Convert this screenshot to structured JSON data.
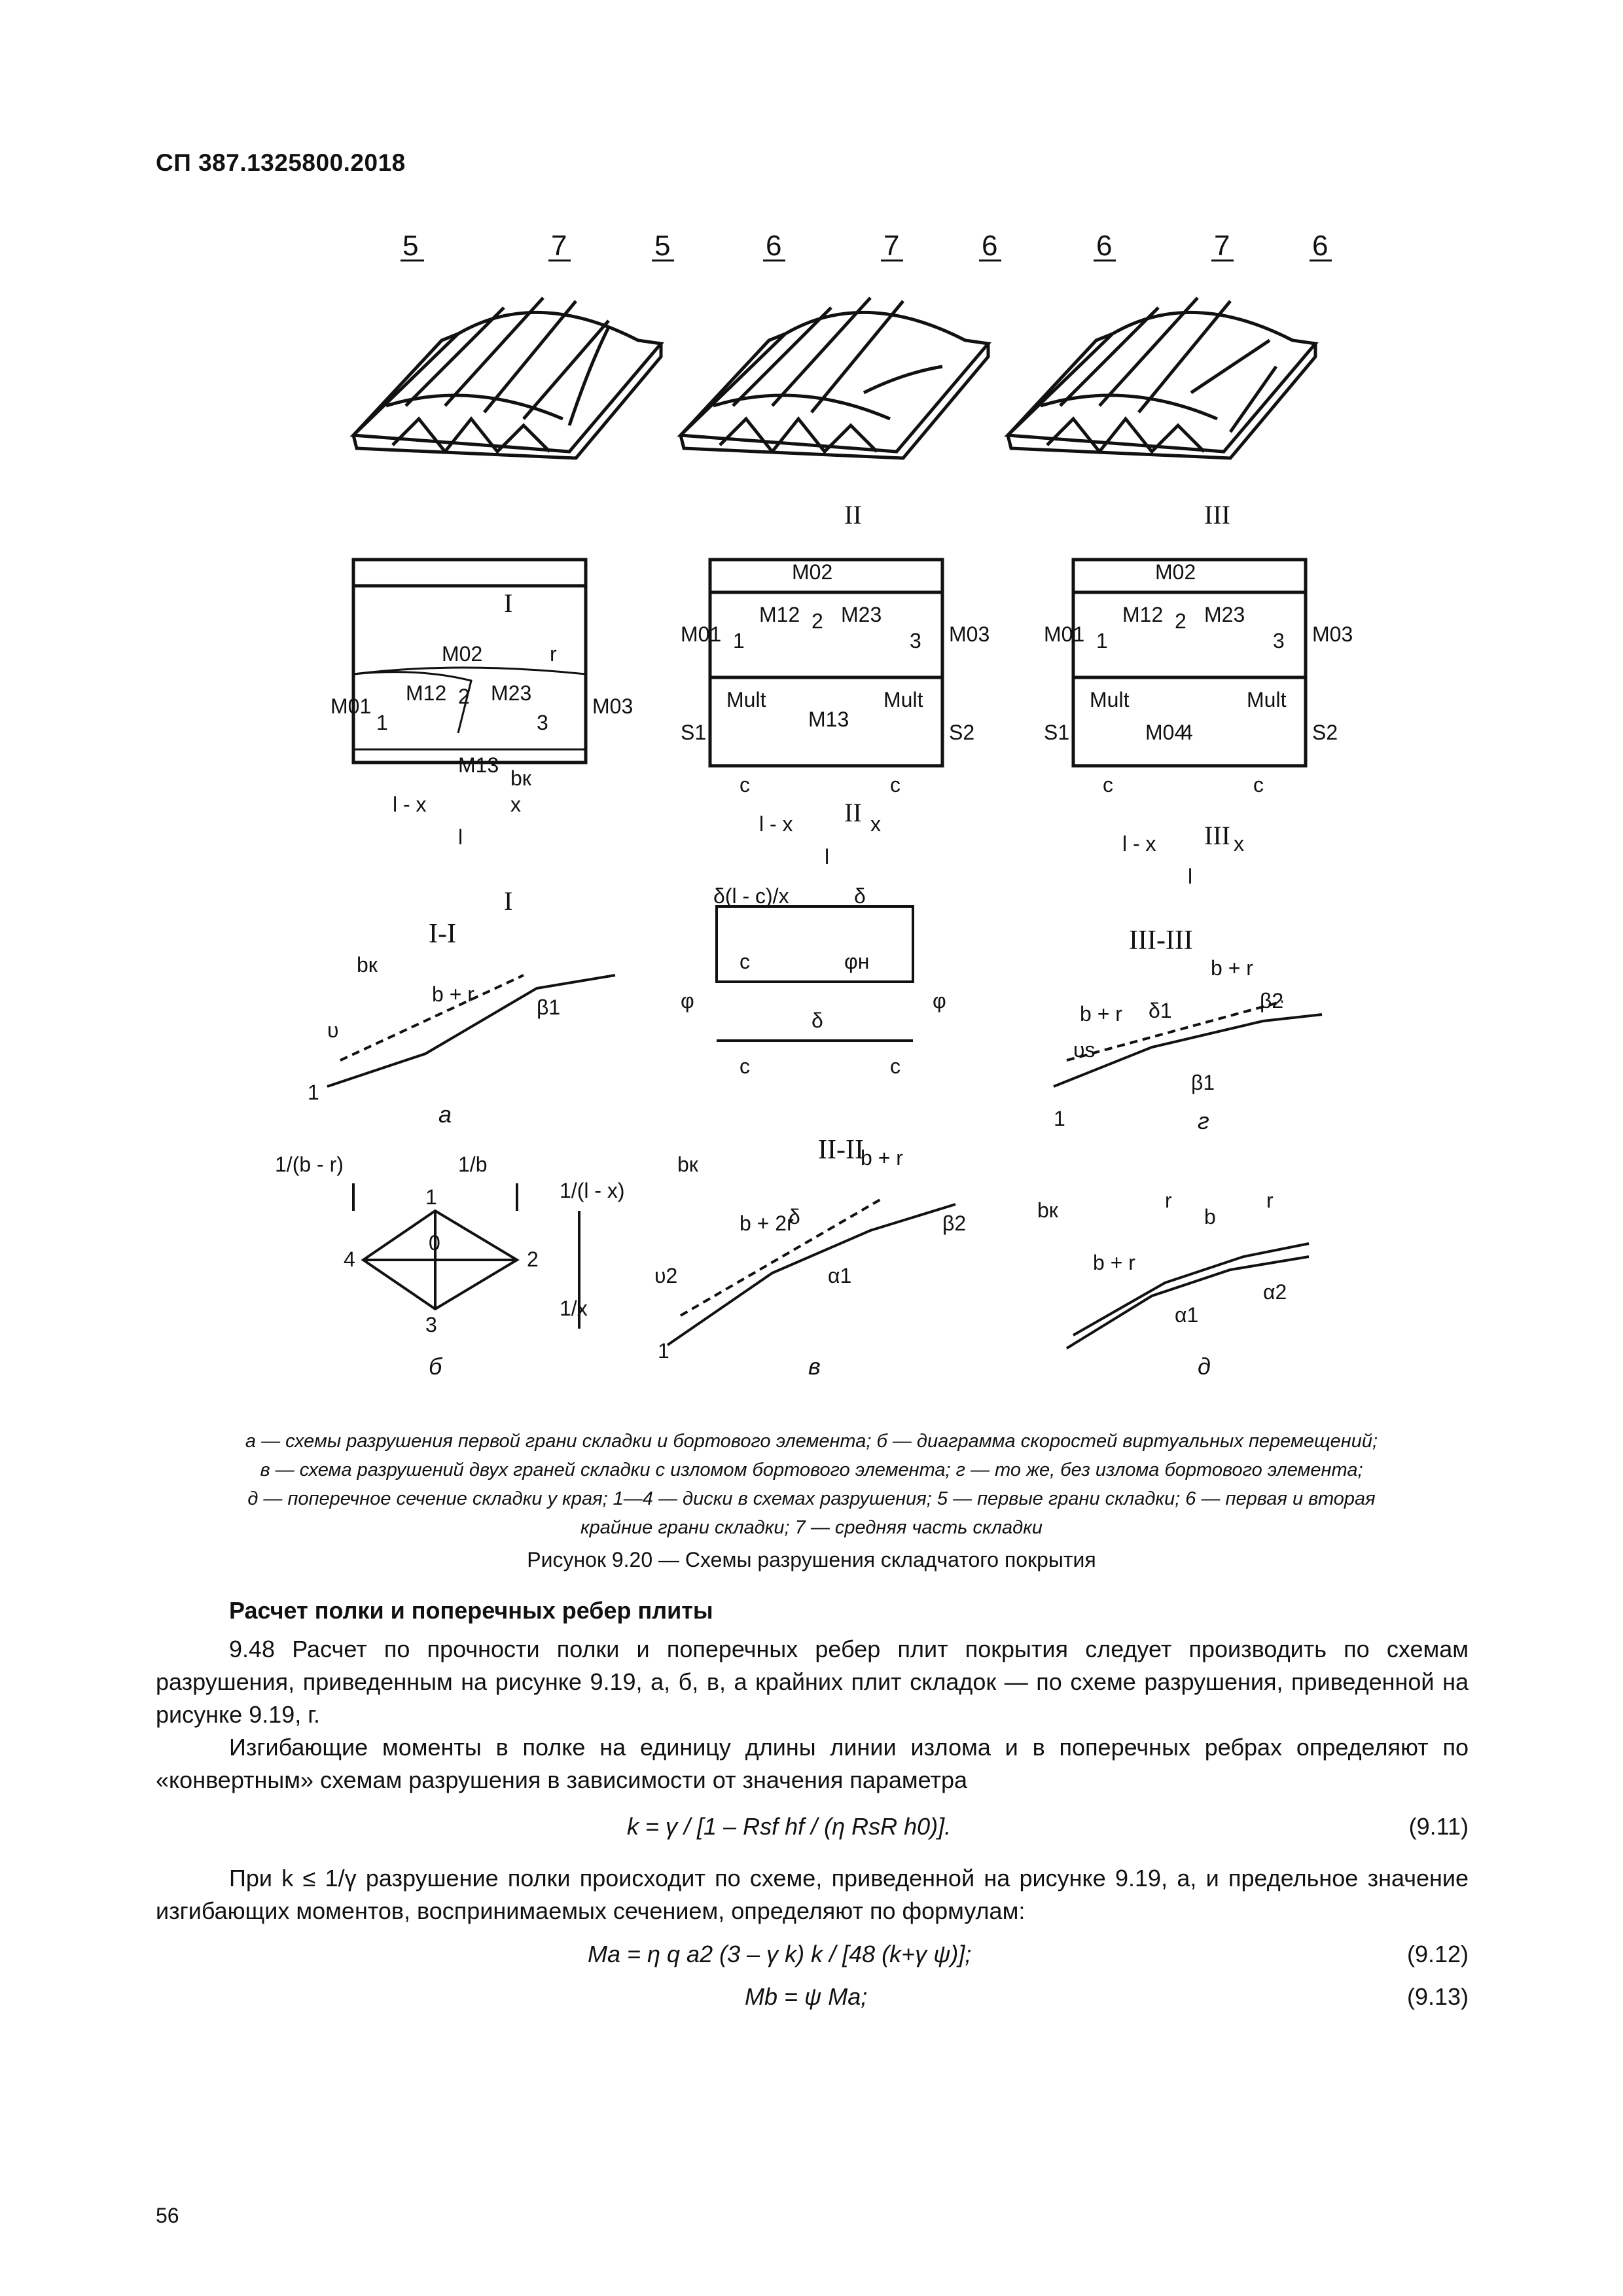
{
  "header": {
    "doc_code": "СП 387.1325800.2018"
  },
  "figure": {
    "top_labels": {
      "left": [
        "5",
        "7",
        "5"
      ],
      "middle": [
        "6",
        "7",
        "6"
      ],
      "right": [
        "6",
        "7",
        "6"
      ]
    },
    "disc_numbers": [
      "1",
      "2",
      "3",
      "4"
    ],
    "section_marks": {
      "s1": "I",
      "s2": "II",
      "s3": "III"
    },
    "section_titles": {
      "a": "I-I",
      "b": "II-II",
      "c": "III-III"
    },
    "moment_labels": {
      "m01": "M01",
      "m02": "M02",
      "m03": "M03",
      "m12": "M12",
      "m13": "M13",
      "m23": "M23",
      "m04": "M04",
      "mult": "Mult"
    },
    "dim_labels": {
      "l": "l",
      "l_minus_x": "l - x",
      "x": "x",
      "r": "r",
      "bk": "bк",
      "c": "c",
      "b_plus_r": "b + r",
      "b_plus_2r": "b + 2r",
      "b": "b",
      "delta": "δ",
      "delta_lcx": "δ(l - c)/x",
      "phi": "φ",
      "phi_n": "φн",
      "beta1": "β1",
      "beta2": "β2",
      "alpha1": "α1",
      "alpha2": "α2",
      "upsilon": "υ",
      "upsilon2": "υ2",
      "upsilon_s": "υs",
      "s1": "S1",
      "s2": "S2",
      "one": "1",
      "delta1": "δ1",
      "delta2": "δ"
    },
    "diagram_b": {
      "inv_b_minus_r": "1/(b - r)",
      "inv_b": "1/b",
      "inv_l_minus_x": "1/(l - x)",
      "inv_x": "1/x",
      "nodes": [
        "0",
        "1",
        "2",
        "3",
        "4"
      ]
    },
    "sub_labels": {
      "a": "а",
      "b": "б",
      "v": "в",
      "g": "г",
      "d": "д"
    }
  },
  "caption_lines": [
    "а — схемы разрушения первой грани складки и бортового элемента; б — диаграмма скоростей виртуальных перемещений;",
    "в — схема разрушений двух граней складки с изломом бортового элемента; г — то же, без излома бортового элемента;",
    "д — поперечное сечение складки у края; 1—4 — диски в схемах разрушения; 5 — первые грани складки; 6 — первая и вторая",
    "крайние грани складки; 7 — средняя часть складки"
  ],
  "figure_title": "Рисунок 9.20 — Схемы разрушения складчатого покрытия",
  "section_title": "Расчет полки и поперечных ребер плиты",
  "paragraphs": [
    "9.48 Расчет по прочности полки и поперечных ребер плит покрытия следует производить по схемам разрушения, приведенным на рисунке 9.19, а, б, в, а крайних плит складок — по схеме разрушения, приведенной на рисунке 9.19, г.",
    "Изгибающие моменты в полке на единицу длины линии излома и в поперечных ребрах определяют по «конвертным» схемам разрушения в зависимости от значения параметра",
    "При k ≤ 1/γ разрушение полки происходит по схеме, приведенной на рисунке 9.19, а, и предельное значение изгибающих моментов, воспринимаемых сечением, определяют по формулам:"
  ],
  "formulas": [
    {
      "expr": "k = γ / [1 – Rsf hf / (η RsR h0)].",
      "number": "(9.11)"
    },
    {
      "expr": "Ma = η q a2 (3 – γ k) k / [48 (k+γ ψ)];",
      "number": "(9.12)"
    },
    {
      "expr": "Mb = ψ Ma;",
      "number": "(9.13)"
    }
  ],
  "page_number": "56"
}
